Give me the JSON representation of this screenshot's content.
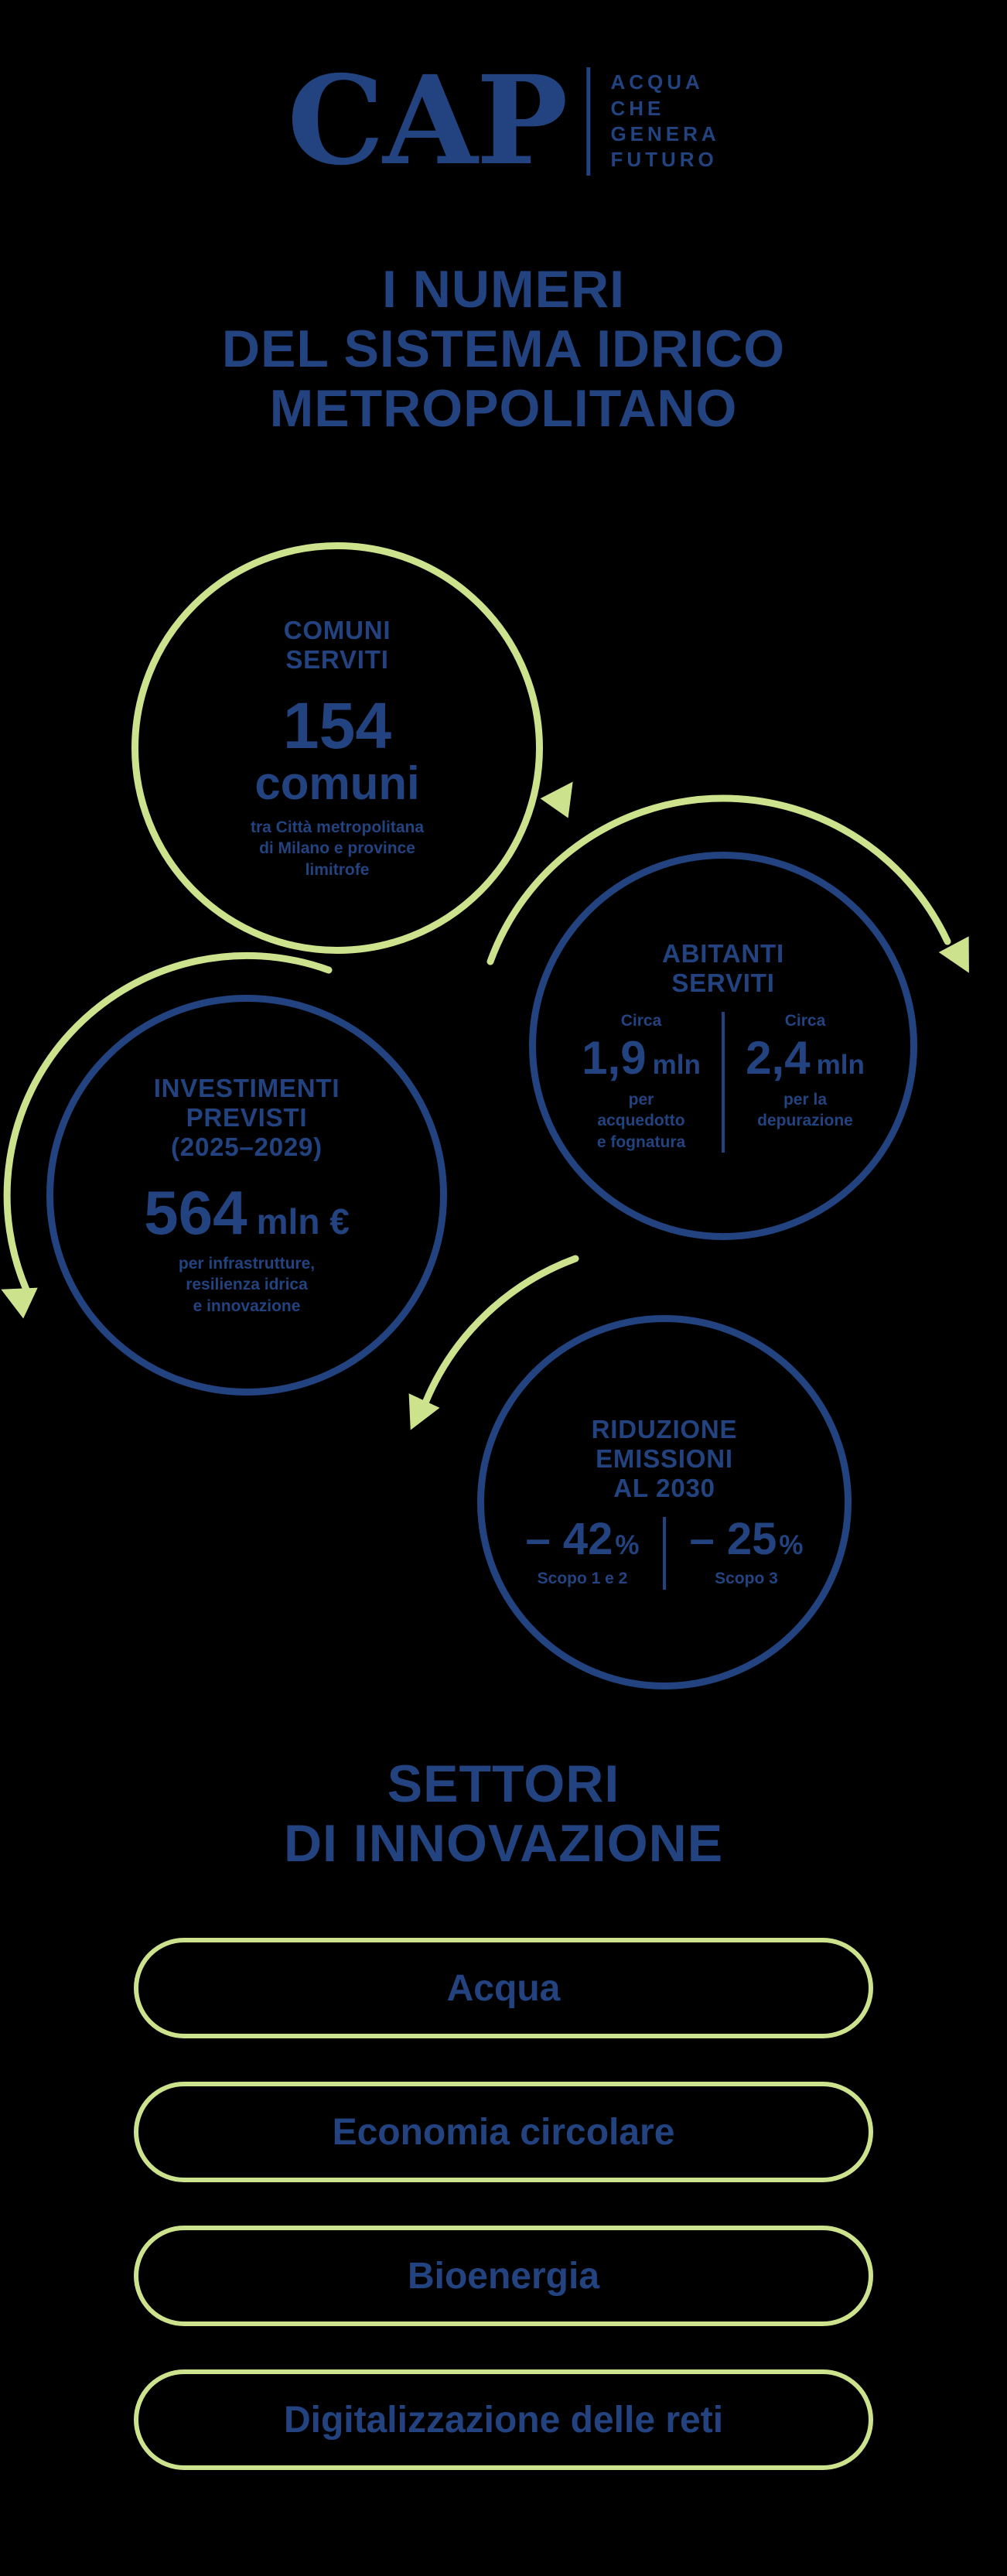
{
  "colors": {
    "background": "#000000",
    "navy": "#22437f",
    "green": "#cde28c"
  },
  "logo": {
    "wordmark": "CAP",
    "tagline": "ACQUA\nCHE\nGENERA\nFUTURO"
  },
  "title": "I NUMERI\nDEL SISTEMA IDRICO\nMETROPOLITANO",
  "stats": {
    "comuni": {
      "heading": "COMUNI\nSERVITI",
      "value": "154",
      "unit": "comuni",
      "note": "tra Città metropolitana\ndi Milano e province\nlimitrofe"
    },
    "abitanti": {
      "heading": "ABITANTI\nSERVITI",
      "left": {
        "circa": "Circa",
        "value": "1,9",
        "unit": "mln",
        "note": "per\nacquedotto\ne fognatura"
      },
      "right": {
        "circa": "Circa",
        "value": "2,4",
        "unit": "mln",
        "note": "per la\ndepurazione"
      }
    },
    "investimenti": {
      "heading": "INVESTIMENTI\nPREVISTI\n(2025–2029)",
      "value": "564",
      "unit": "mln €",
      "note": "per infrastrutture,\nresilienza idrica\ne innovazione"
    },
    "emissioni": {
      "heading": "RIDUZIONE\nEMISSIONI\nAL 2030",
      "left": {
        "value": "– 42",
        "percent": "%",
        "label": "Scopo 1 e 2"
      },
      "right": {
        "value": "– 25",
        "percent": "%",
        "label": "Scopo 3"
      }
    }
  },
  "sectors": {
    "title": "SETTORI\nDI INNOVAZIONE",
    "items": [
      "Acqua",
      "Economia circolare",
      "Bioenergia",
      "Digitalizzazione delle reti"
    ]
  }
}
